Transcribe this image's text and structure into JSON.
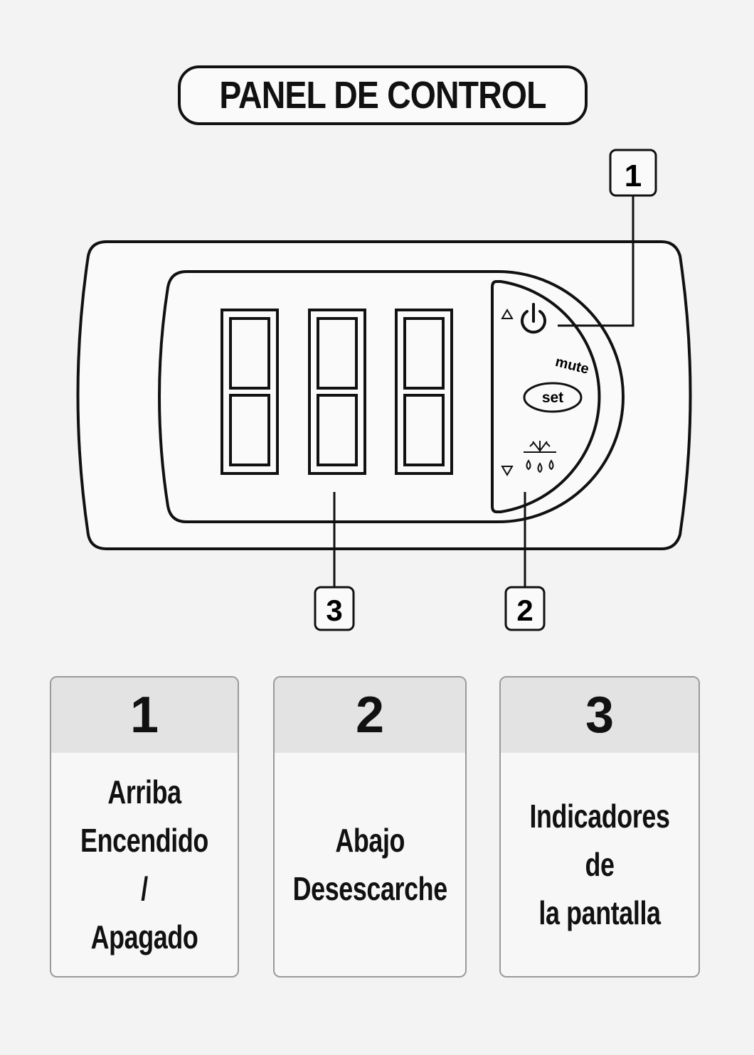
{
  "title": "PANEL DE CONTROL",
  "panel": {
    "button_label": "set",
    "mute_label": "mute"
  },
  "callouts": [
    "1",
    "2",
    "3"
  ],
  "cards": [
    {
      "number": "1",
      "text": "Arriba\nEncendido /\nApagado"
    },
    {
      "number": "2",
      "text": "Abajo\nDesescarche"
    },
    {
      "number": "3",
      "text": "Indicadores de\nla pantalla"
    }
  ]
}
